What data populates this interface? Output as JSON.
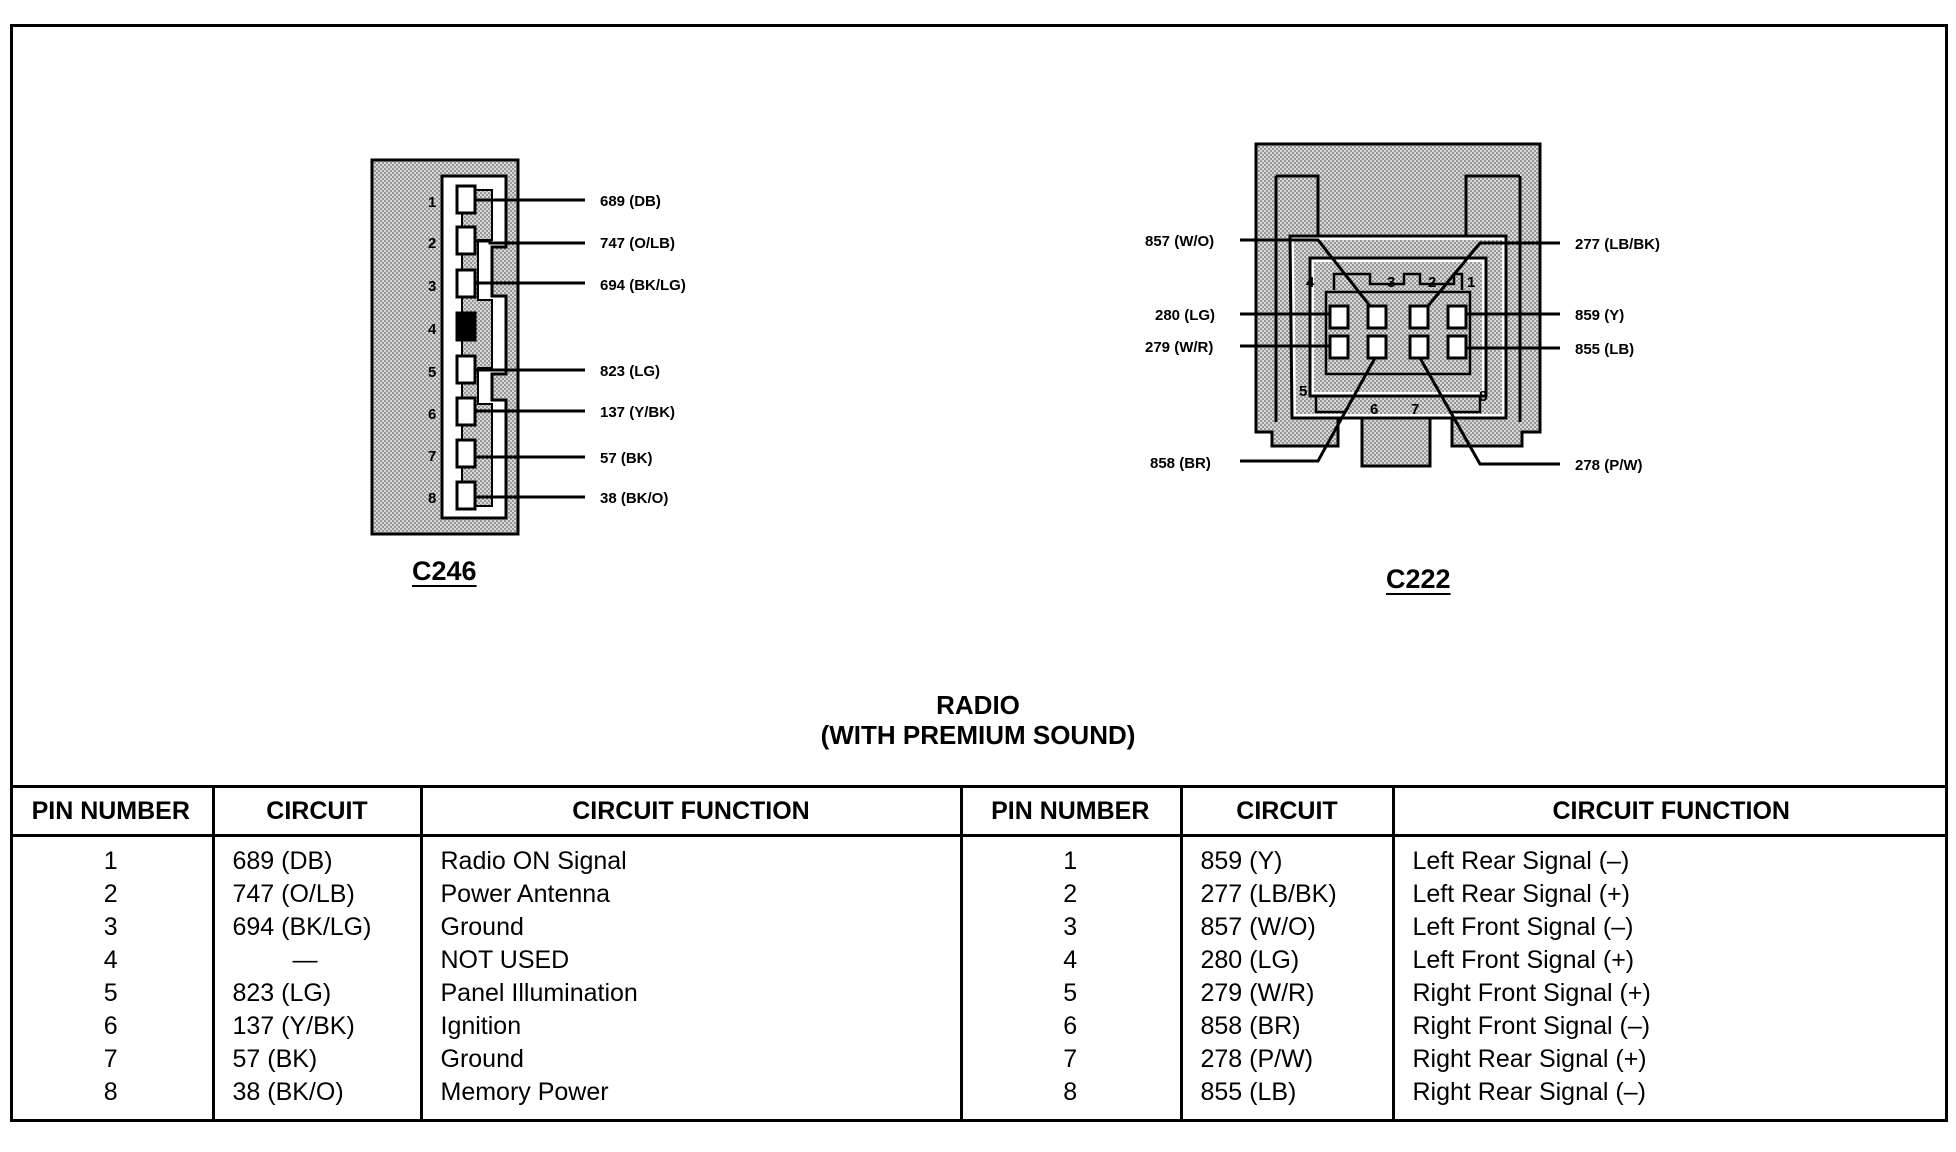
{
  "title": {
    "line1": "RADIO",
    "line2": "(WITH PREMIUM SOUND)"
  },
  "connectors": {
    "c246": {
      "name": "C246",
      "pin_numbers": [
        "1",
        "2",
        "3",
        "4",
        "5",
        "6",
        "7",
        "8"
      ],
      "wire_labels": [
        "689 (DB)",
        "747 (O/LB)",
        "694 (BK/LG)",
        "823 (LG)",
        "137 (Y/BK)",
        "57 (BK)",
        "38 (BK/O)"
      ]
    },
    "c222": {
      "name": "C222",
      "pin_numbers": [
        "1",
        "2",
        "3",
        "4",
        "5",
        "6",
        "7",
        "8"
      ],
      "wire_labels_left": [
        "857 (W/O)",
        "280 (LG)",
        "279 (W/R)",
        "858 (BR)"
      ],
      "wire_labels_right": [
        "277 (LB/BK)",
        "859 (Y)",
        "855 (LB)",
        "278 (P/W)"
      ]
    }
  },
  "headers": {
    "pin_number": "PIN NUMBER",
    "circuit": "CIRCUIT",
    "circuit_function": "CIRCUIT FUNCTION"
  },
  "left_table": {
    "pins": [
      "1",
      "2",
      "3",
      "4",
      "5",
      "6",
      "7",
      "8"
    ],
    "circuits": [
      "689 (DB)",
      "747 (O/LB)",
      "694 (BK/LG)",
      "—",
      "823 (LG)",
      "137 (Y/BK)",
      "57 (BK)",
      "38 (BK/O)"
    ],
    "functions": [
      "Radio ON Signal",
      "Power Antenna",
      "Ground",
      "NOT USED",
      "Panel Illumination",
      "Ignition",
      "Ground",
      "Memory Power"
    ]
  },
  "right_table": {
    "pins": [
      "1",
      "2",
      "3",
      "4",
      "5",
      "6",
      "7",
      "8"
    ],
    "circuits": [
      "859 (Y)",
      "277 (LB/BK)",
      "857 (W/O)",
      "280 (LG)",
      "279 (W/R)",
      "858 (BR)",
      "278 (P/W)",
      "855 (LB)"
    ],
    "functions": [
      "Left Rear Signal (–)",
      "Left Rear Signal (+)",
      "Left Front Signal (–)",
      "Left Front Signal (+)",
      "Right Front Signal (+)",
      "Right Front Signal (–)",
      "Right Rear Signal (+)",
      "Right Rear Signal (–)"
    ]
  }
}
